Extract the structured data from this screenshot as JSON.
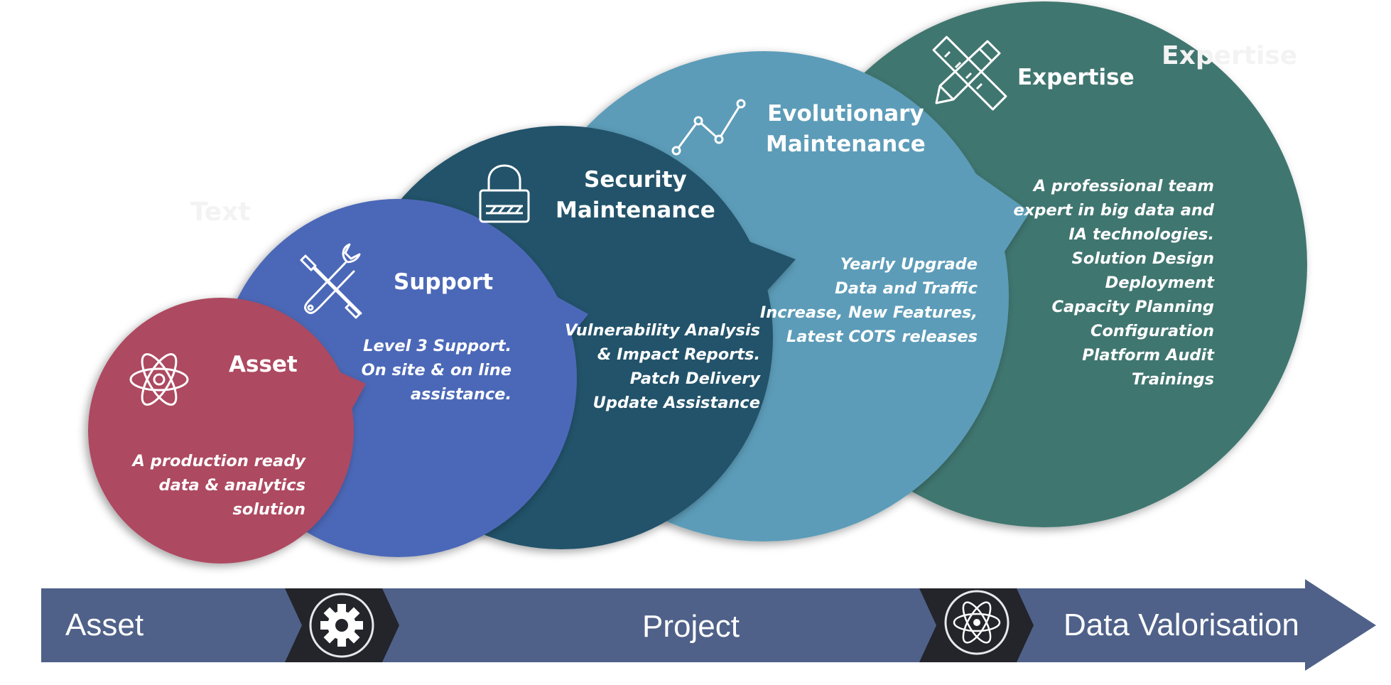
{
  "ghost": {
    "text": "Text",
    "expertise": "Expertise"
  },
  "stages": {
    "asset": {
      "title": "Asset",
      "lines": [
        "A production ready",
        "data & analytics",
        "solution"
      ],
      "color": "#ad4a61"
    },
    "support": {
      "title": "Support",
      "lines": [
        "Level 3 Support.",
        "On site & on line",
        "assistance."
      ],
      "color": "#4b67b8"
    },
    "security": {
      "title_lines": [
        "Security",
        "Maintenance"
      ],
      "lines": [
        "Vulnerability Analysis",
        "& Impact Reports.",
        "Patch Delivery",
        "Update Assistance"
      ],
      "color": "#23526a"
    },
    "evolutionary": {
      "title_lines": [
        "Evolutionary",
        "Maintenance"
      ],
      "lines": [
        "Yearly Upgrade",
        "Data and Traffic",
        "Increase, New Features,",
        "Latest COTS releases"
      ],
      "color": "#5b9cb8"
    },
    "expertise": {
      "title": "Expertise",
      "lines": [
        "A professional  team",
        "expert in big data and",
        "IA technologies.",
        "Solution Design",
        "Deployment",
        "Capacity Planning",
        "Configuration",
        "Platform Audit",
        "Trainings"
      ],
      "color": "#41766f"
    }
  },
  "timeline": {
    "asset_label": "Asset",
    "project_label": "Project",
    "valorisation_label": "Data Valorisation",
    "bar_color": "#4f6189",
    "badge_color": "#23252b"
  },
  "icons": {
    "asset": "atom-icon",
    "support": "wrench-screwdriver-icon",
    "security": "padlock-icon",
    "evolutionary": "line-chart-icon",
    "expertise": "pencil-ruler-icon",
    "bar_gear": "gear-icon",
    "bar_atom": "atom-icon"
  }
}
